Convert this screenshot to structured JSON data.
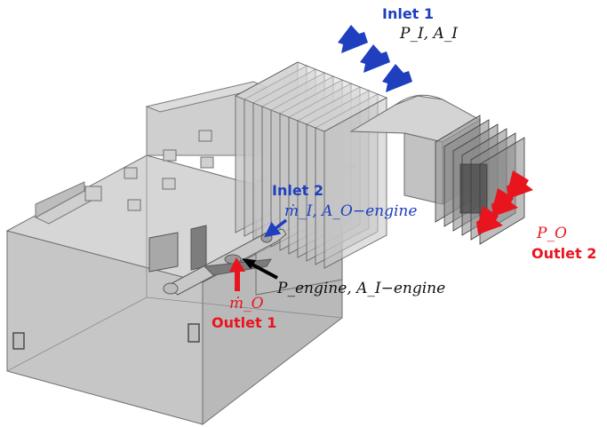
{
  "labels": {
    "inlet1": "Inlet 1",
    "inlet1_params": "P_I, A_I",
    "inlet2": "Inlet 2",
    "inlet2_params": "ṁ_I, A_O−engine",
    "outlet1": "Outlet 1",
    "outlet1_params": "ṁ_O",
    "outlet2": "Outlet 2",
    "outlet2_params": "P_O",
    "engine_params": "P_engine, A_I−engine"
  },
  "colors": {
    "inlet": "#1f3fbf",
    "outlet": "#e8141e",
    "engine_pointer": "#000000",
    "geometry_fill": "#c9c9c9",
    "geometry_stroke": "#7a7a7a"
  }
}
